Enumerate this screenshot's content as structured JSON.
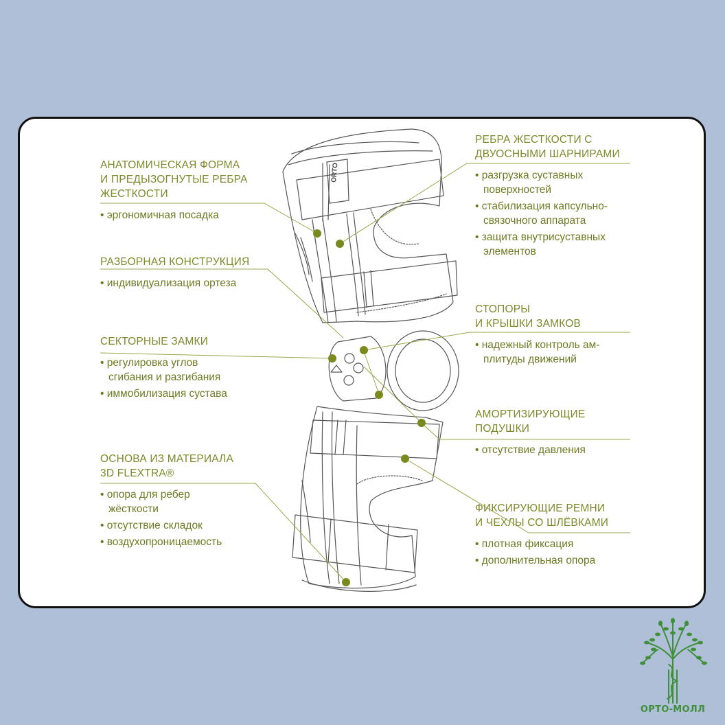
{
  "colors": {
    "accent": "#7c8a2a",
    "dot": "#7a8a1e",
    "background": "#afbfd8",
    "logo_green": "#3f8f3a"
  },
  "brace_label": "ORTO",
  "blocks": {
    "anatomic": {
      "title_lines": [
        "АНАТОМИЧЕСКАЯ ФОРМА",
        "И ПРЕДЫЗОГНУТЫЕ РЕБРА",
        "ЖЕСТКОСТИ"
      ],
      "items": [
        "эргономичная посадка"
      ]
    },
    "modular": {
      "title_lines": [
        "РАЗБОРНАЯ КОНСТРУКЦИЯ"
      ],
      "items": [
        "индивидуализация ортеза"
      ]
    },
    "locks": {
      "title_lines": [
        "СЕКТОРНЫЕ ЗАМКИ"
      ],
      "items": [
        [
          "регулировка углов",
          "сгибания и разгибания"
        ],
        [
          "иммобилизация сустава"
        ]
      ]
    },
    "base": {
      "title_lines": [
        "ОСНОВА ИЗ МАТЕРИАЛА",
        "3D FLEXTRA®"
      ],
      "items": [
        [
          "опора для ребер",
          "жёсткости"
        ],
        [
          "отсутствие складок"
        ],
        [
          "воздухопроницаемость"
        ]
      ]
    },
    "ribs": {
      "title_lines": [
        "РЕБРА ЖЕСТКОСТИ С",
        "ДВУОСНЫМИ ШАРНИРАМИ"
      ],
      "items": [
        [
          "разгрузка суставных",
          "поверхностей"
        ],
        [
          "стабилизация капсульно-",
          "связочного аппарата"
        ],
        [
          "защита внутрисуставных",
          "элементов"
        ]
      ]
    },
    "stops": {
      "title_lines": [
        "СТОПОРЫ",
        "И КРЫШКИ ЗАМКОВ"
      ],
      "items": [
        [
          "надежный контроль ам-",
          "плитуды движений"
        ]
      ]
    },
    "pads": {
      "title_lines": [
        "АМОРТИЗИРУЮЩИЕ",
        "ПОДУШКИ"
      ],
      "items": [
        "отсутствие давления"
      ]
    },
    "straps": {
      "title_lines": [
        "ФИКСИРУЮЩИЕ РЕМНИ",
        "И ЧЕХЛЫ СО ШЛЁВКАМИ"
      ],
      "items": [
        "плотная фиксация",
        "дополнительная опора"
      ]
    }
  },
  "logo": {
    "text": "ОРТО-МОЛЛ",
    "icon": "tree-icon"
  }
}
